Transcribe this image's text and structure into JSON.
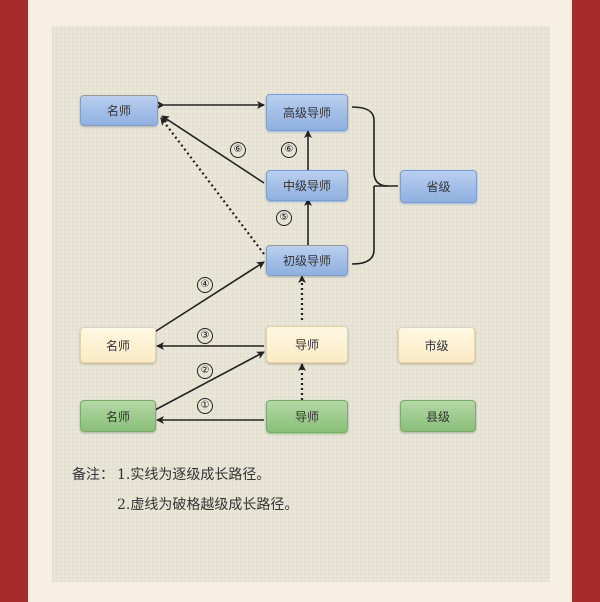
{
  "nodes": {
    "province_famous": "名师",
    "senior_mentor": "高级导师",
    "intermediate_mentor": "中级导师",
    "junior_mentor": "初级导师",
    "province_level": "省级",
    "city_famous": "名师",
    "city_mentor": "导师",
    "city_level": "市级",
    "county_famous": "名师",
    "county_mentor": "导师",
    "county_level": "县级"
  },
  "steps": {
    "s1": "①",
    "s2": "②",
    "s3": "③",
    "s4": "④",
    "s5": "⑤",
    "s6a": "⑥",
    "s6b": "⑥"
  },
  "notes": {
    "prefix": "备注：",
    "line1": "1.实线为逐级成长路径。",
    "line2": "2.虚线为破格越级成长路径。"
  },
  "colors": {
    "blue": "#9ab8e4",
    "cream": "#fdf1d0",
    "green": "#96c785",
    "border_red": "#a52a2a"
  }
}
